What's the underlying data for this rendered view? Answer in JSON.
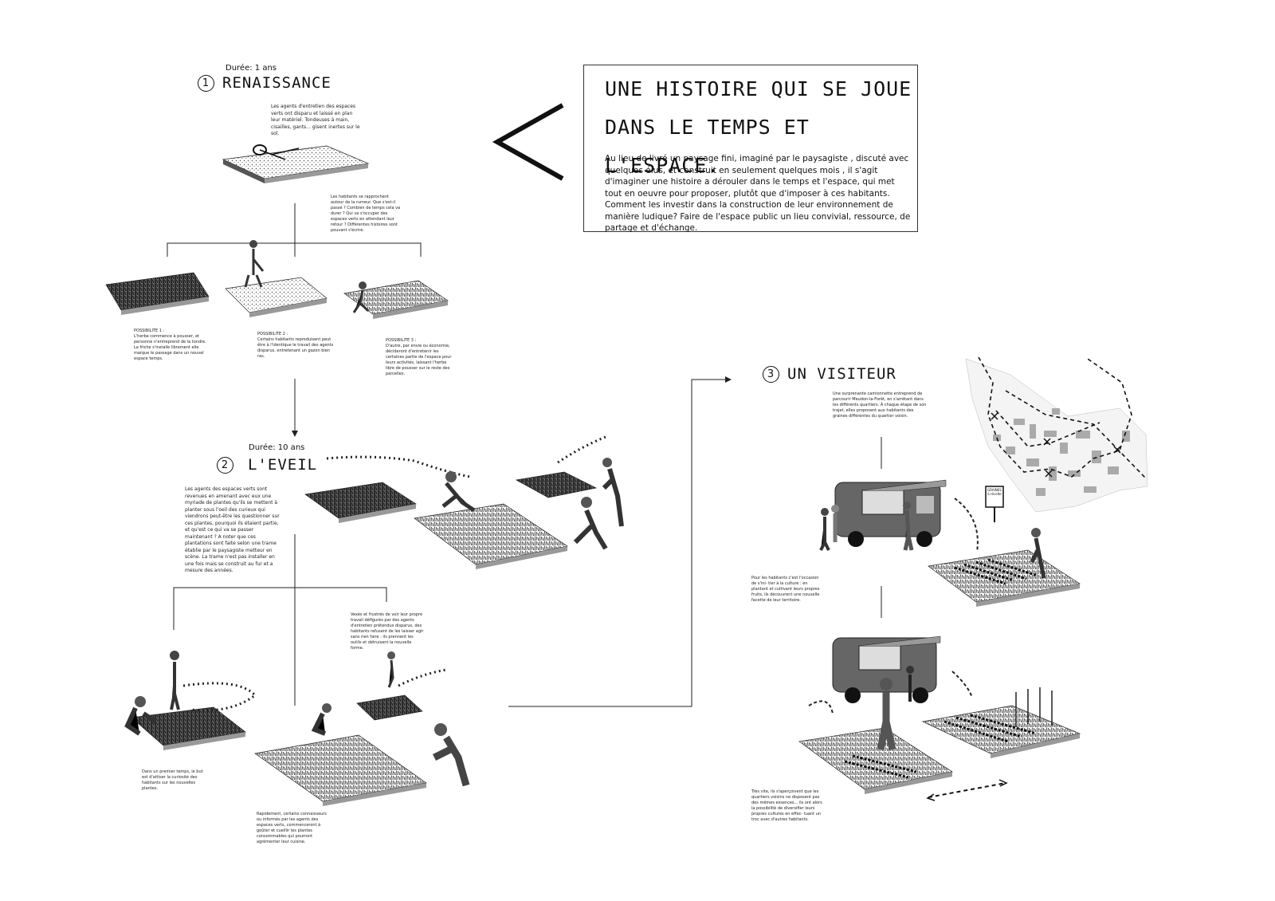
{
  "box": {
    "title_line1": "UNE HISTOIRE QUI SE JOUE",
    "title_line2": "DANS LE TEMPS ET L'ESPACE.",
    "text": "Au lieu de livré un paysage fini, imaginé par le paysagiste , discuté avec quelques élus, et construit en seulement quelques mois , il s'agit d'imaginer une histoire a dérouler dans le temps et l'espace, qui met tout en oeuvre pour proposer, plutôt que d'imposer à ces habitants. Comment les investir dans la construction de leur environnement de manière ludique? Faire de l'espace public un lieu convivial, ressource, de partage et d'échange."
  },
  "step1": {
    "duree": "Durée: 1 ans",
    "number": "1",
    "title": "RENAISSANCE",
    "text_intro": "Les agents d'entretien des espaces verts ont disparu et laissé en plan leur matériel. Tondeuses à main, cisailles, gants... gisent inertes sur le sol.",
    "text_habitants": "Les habitants se rapprochent autour de la rumeur. Que s'est-il passé ? Combien de temps cela va durer ? Qui va s'occuper des espaces verts en attendant leur retour ? Différentes histoires sont pouvant s'écrire.",
    "poss1": "POSSIBILITE 1 :\nL'herbe commence à pousser, et personne n'entreprend de la tondre. La friche s'installe librement elle marque le passage dans un nouvel espace temps.",
    "poss2": "POSSIBILITE 2 :\nCertains habitants reproduisent peut être à l'identique le travail des agents disparus, entretenant un gazon bien ras.",
    "poss3": "POSSIBILITE 3 :\nD'autre, par envie ou économie, décideront d'entretenir les certaines partie de l'espace pour leurs activités, laissant l'herbe libre de pousser sur le reste des parcelles."
  },
  "step2": {
    "duree": "Durée: 10 ans",
    "number": "2",
    "title": "L'EVEIL",
    "text_intro": "Les agents des espaces verts sont revenues en amenant avec eux une myriade de plantes qu'ils se mettent à planter sous l'oeil des curieux qui viendrons peut-être les questionner sur ces plantes, pourquoi ils étaient partie, et qu'est ce qui va se passer maintenant ? A noter que ces plantations sont faite selon une trame établie par le paysagiste metteur en scène. La trame n'est pas installer en une fois mais se construit au fur et a mesure des années.",
    "text_vexes": "Vexés et frustrés de voir leur propre travail défigurés par des agents d'entretien prétendus disparus, des habitants refusent de les laisser agir sans rien faire : ils prennent les outils et détruisent la nouvelle forme.",
    "text_premier": "Dans un premier temps, le but est d'attiser la curiosité des habitants sur les nouvelles plantes.",
    "text_rapidement": "Rapidement, certains connaisseurs ou informés par les agents des espaces verts, commenceront à goûter et cueillir les plantes consommables qui pourront agrémenter leur cuisine."
  },
  "step3": {
    "number": "3",
    "title": "UN VISITEUR",
    "text_intro": "Une surprenante camionnette entreprend de parcourir Meudon-la-Forêt, en s'arrêtant dans les différents quartiers. À chaque étape de son trajet, elles proposent aux habitants des graines différentes du quartier voisin.",
    "text_habitants": "Pour les habitants c'est l'occasion de s'ini- tier à la culture : en plantant et cultivant leurs propres fruits, ils découvrent une nouvelle facette de leur territoire.",
    "text_tres_vite": "Très vite, ils s'aperçoivent que les quartiers voisins ne disposent pas des mêmes essences... ils ont alors la possibilité de diversifier leurs propres cultures en effec- tuant un troc avec d'autres habitants.",
    "sign_text": "GRAINES à récolte"
  }
}
